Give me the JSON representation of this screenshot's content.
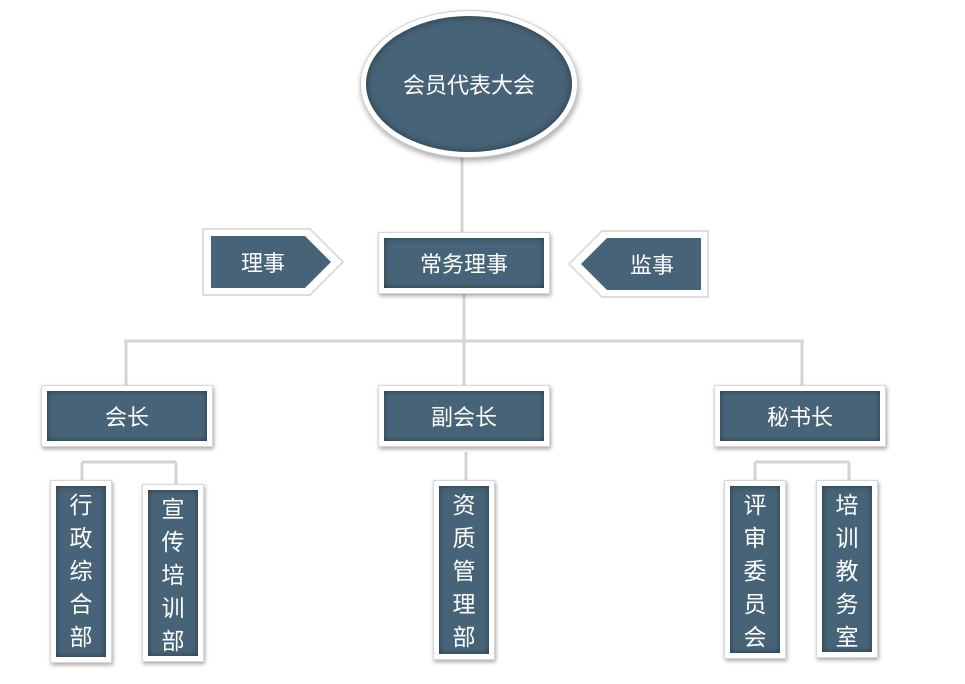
{
  "assembly": "会员代表大会",
  "standing": "常务理事",
  "directors": "理事",
  "supervisors": "监事",
  "president": "会长",
  "vice_president": "副会长",
  "secretary_general": "秘书长",
  "dept_admin": [
    "行",
    "政",
    "综",
    "合",
    "部"
  ],
  "dept_publicity": [
    "宣",
    "传",
    "培",
    "训",
    "部"
  ],
  "dept_qualification": [
    "资",
    "质",
    "管",
    "理",
    "部"
  ],
  "dept_review": [
    "评",
    "审",
    "委",
    "员",
    "会"
  ],
  "dept_teaching": [
    "培",
    "训",
    "教",
    "务",
    "室"
  ]
}
